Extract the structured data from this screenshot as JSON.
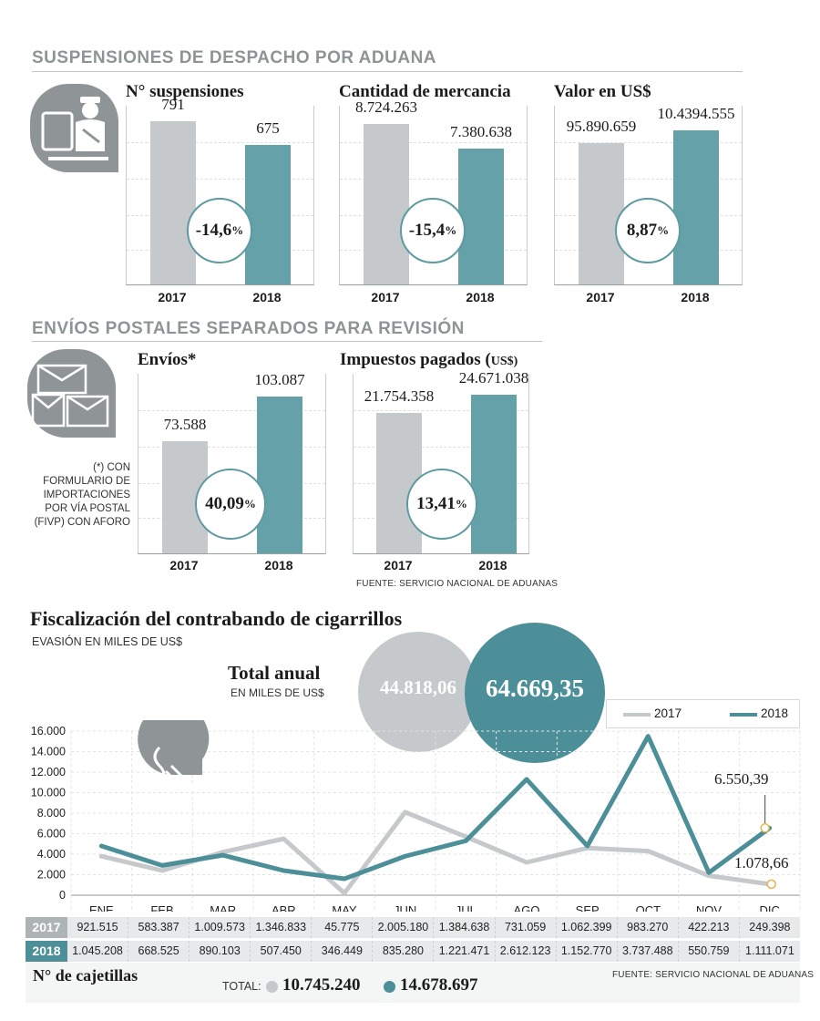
{
  "section1": {
    "title": "SUSPENSIONES DE DESPACHO POR ADUANA",
    "charts": [
      {
        "title": "N° suspensiones",
        "v2017": "791",
        "v2018": "675",
        "pct": "-14,6",
        "pct_unit": "%"
      },
      {
        "title": "Cantidad de mercancia",
        "v2017": "8.724.263",
        "v2018": "7.380.638",
        "pct": "-15,4",
        "pct_unit": "%"
      },
      {
        "title": "Valor en US$",
        "v2017": "95.890.659",
        "v2018": "10.4394.555",
        "pct": "8,87",
        "pct_unit": "%"
      }
    ]
  },
  "section2": {
    "title": "ENVÍOS POSTALES SEPARADOS PARA REVISIÓN",
    "charts": [
      {
        "title": "Envíos*",
        "title_suffix": "",
        "v2017": "73.588",
        "v2018": "103.087",
        "pct": "40,09",
        "pct_unit": "%"
      },
      {
        "title": "Impuestos pagados (",
        "title_suffix": "US$)",
        "v2017": "21.754.358",
        "v2018": "24.671.038",
        "pct": "13,41",
        "pct_unit": "%"
      }
    ],
    "note": [
      "(*) CON",
      "FORMULARIO DE",
      "IMPORTACIONES",
      "POR VÍA POSTAL",
      "(FIVP) CON AFORO"
    ],
    "source": "FUENTE: SERVICIO NACIONAL DE ADUANAS"
  },
  "years": {
    "a": "2017",
    "b": "2018"
  },
  "section3": {
    "title": "Fiscalización del contrabando de cigarrillos",
    "subtitle": "EVASIÓN EN MILES DE US$",
    "total_title": "Total anual",
    "total_sub": "EN MILES DE US$",
    "total_2017": "44.818,06",
    "total_2018": "64.669,35",
    "legend": [
      "2017",
      "2018"
    ],
    "last_label_2018": "6.550,39",
    "last_label_2017": "1.078,66",
    "row_label_2017": "2017",
    "row_label_2018": "2018",
    "cajetillas_label": "N° de cajetillas",
    "total_label": "TOTAL:",
    "total_caj_2017": "10.745.240",
    "total_caj_2018": "14.678.697",
    "source": "FUENTE: SERVICIO NACIONAL DE ADUANAS"
  },
  "chart_data": [
    {
      "type": "bar",
      "title": "N° suspensiones",
      "categories": [
        "2017",
        "2018"
      ],
      "values": [
        791,
        675
      ],
      "change_pct": -14.6
    },
    {
      "type": "bar",
      "title": "Cantidad de mercancia",
      "categories": [
        "2017",
        "2018"
      ],
      "values": [
        8724263,
        7380638
      ],
      "change_pct": -15.4
    },
    {
      "type": "bar",
      "title": "Valor en US$",
      "categories": [
        "2017",
        "2018"
      ],
      "values": [
        95890659,
        104394555
      ],
      "change_pct": 8.87
    },
    {
      "type": "bar",
      "title": "Envíos*",
      "categories": [
        "2017",
        "2018"
      ],
      "values": [
        73588,
        103087
      ],
      "change_pct": 40.09
    },
    {
      "type": "bar",
      "title": "Impuestos pagados (US$)",
      "categories": [
        "2017",
        "2018"
      ],
      "values": [
        21754358,
        24671038
      ],
      "change_pct": 13.41
    },
    {
      "type": "line",
      "title": "Fiscalización del contrabando de cigarrillos",
      "subtitle": "EVASIÓN EN MILES DE US$",
      "categories": [
        "ENE",
        "FEB",
        "MAR",
        "ABR",
        "MAY",
        "JUN",
        "JUL",
        "AGO",
        "SEP",
        "OCT",
        "NOV",
        "DIC"
      ],
      "series": [
        {
          "name": "2017",
          "color": "#c5c9cb",
          "values": [
            3800,
            2400,
            4200,
            5500,
            200,
            8100,
            5700,
            3200,
            4600,
            4300,
            1900,
            1078.66
          ]
        },
        {
          "name": "2018",
          "color": "#4c8f98",
          "values": [
            4800,
            2900,
            3900,
            2400,
            1600,
            3800,
            5300,
            11300,
            4800,
            15500,
            2200,
            6550.39
          ]
        }
      ],
      "ylim": [
        0,
        16000
      ],
      "yticks": [
        "0",
        "2.000",
        "4.000",
        "6.000",
        "8.000",
        "10.000",
        "12.000",
        "14.000",
        "16.000"
      ],
      "legend": "top-right",
      "grid": true,
      "table": {
        "2017": [
          "921.515",
          "583.387",
          "1.009.573",
          "1.346.833",
          "45.775",
          "2.005.180",
          "1.384.638",
          "731.059",
          "1.062.399",
          "983.270",
          "422.213",
          "249.398"
        ],
        "2018": [
          "1.045.208",
          "668.525",
          "890.103",
          "507.450",
          "346.449",
          "835.280",
          "1.221.471",
          "2.612.123",
          "1.152.770",
          "3.737.488",
          "550.759",
          "1.111.071"
        ]
      }
    }
  ]
}
